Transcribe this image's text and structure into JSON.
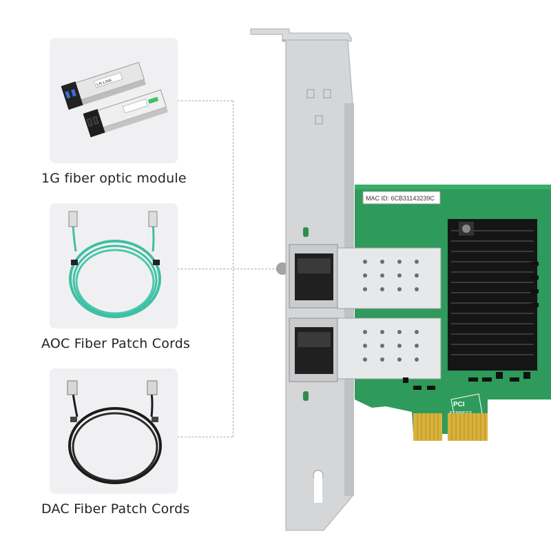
{
  "accessories": [
    {
      "label": "1G fiber optic module",
      "module_brand": "LR-LINK"
    },
    {
      "label": "AOC Fiber Patch Cords"
    },
    {
      "label": "DAC Fiber Patch Cords"
    }
  ],
  "card": {
    "mac_label": "MAC ID: 6CB31143239C",
    "bus_logo_top": "PCI",
    "bus_logo_bottom": "EXPRESS"
  },
  "colors": {
    "panel_bg": "#f0f0f2",
    "pcb_green": "#2e9a5b",
    "bracket_silver": "#d4d6d8",
    "aoc_cable": "#3fbfa3",
    "dac_cable": "#1b1b1b",
    "gold_contacts": "#d9b13b"
  }
}
